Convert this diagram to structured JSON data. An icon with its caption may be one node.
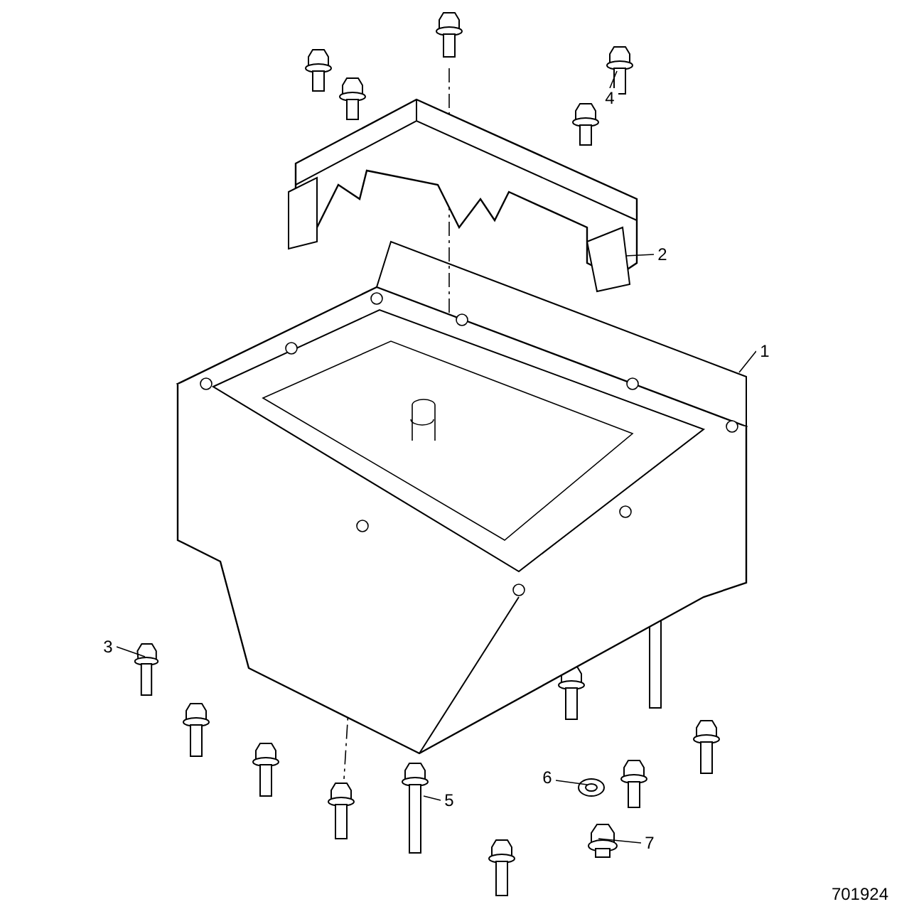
{
  "diagram": {
    "nodes": [
      {
        "text": [
          "4"
        ]
      },
      {
        "text": [
          "2"
        ]
      },
      {
        "text": [
          "1"
        ]
      },
      {
        "text": [
          "3"
        ]
      },
      {
        "text": [
          "6"
        ]
      },
      {
        "text": [
          "5"
        ]
      },
      {
        "text": [
          "7"
        ]
      },
      {
        "text": [],
        "shape": "picture"
      },
      {
        "text": [],
        "shape": "picture"
      },
      {
        "text": [],
        "shape": "picture"
      },
      {
        "text": [],
        "shape": "picture"
      },
      {
        "text": [],
        "shape": "picture"
      },
      {
        "text": [],
        "shape": "picture"
      },
      {
        "text": [],
        "shape": "picture"
      }
    ],
    "edges": [
      {
        "from": 0,
        "to": 7,
        "arrow": "none"
      },
      {
        "from": 1,
        "to": 8,
        "arrow": "none"
      },
      {
        "from": 2,
        "to": 9,
        "arrow": "none"
      },
      {
        "from": 3,
        "to": 10,
        "arrow": "none"
      },
      {
        "from": 4,
        "to": 11,
        "arrow": "none"
      },
      {
        "from": 5,
        "to": 12,
        "arrow": "none"
      },
      {
        "from": 6,
        "to": 13,
        "arrow": "none"
      }
    ],
    "labels": [
      "701924"
    ]
  }
}
